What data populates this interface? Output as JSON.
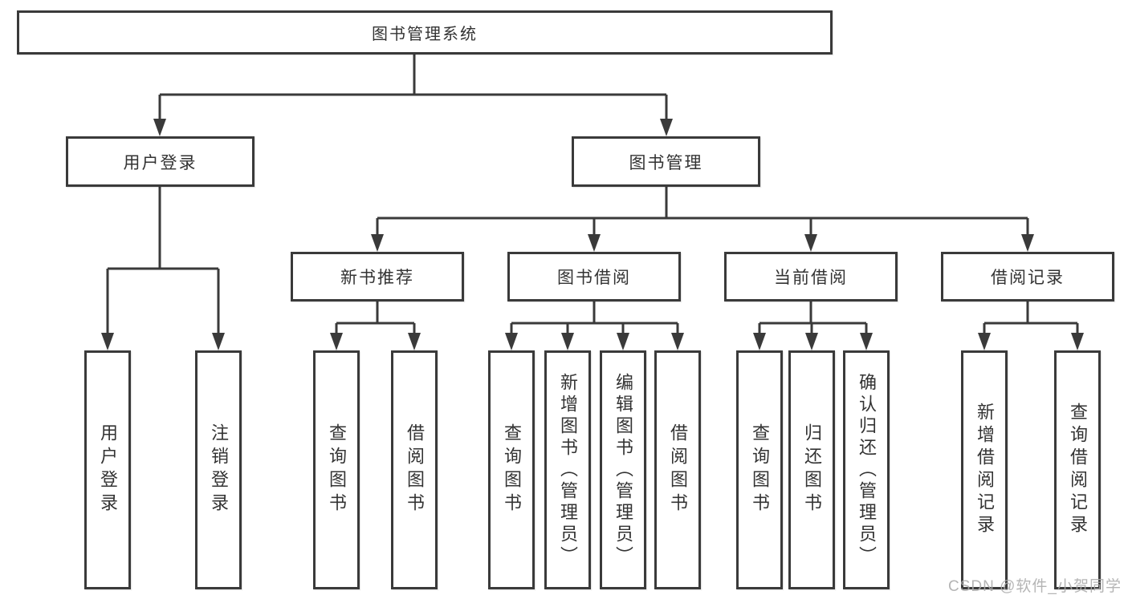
{
  "nodes": {
    "root": "图书管理系统",
    "user_login": "用户登录",
    "book_mgmt": "图书管理",
    "new_book_rec": "新书推荐",
    "book_borrow": "图书借阅",
    "current_borrow": "当前借阅",
    "borrow_record": "借阅记录",
    "leaf_user_login": "用户登录",
    "leaf_logout": "注销登录",
    "leaf_nb_query": "查询图书",
    "leaf_nb_borrow": "借阅图书",
    "leaf_bb_query": "查询图书",
    "leaf_bb_add": "新增图书（管理员）",
    "leaf_bb_edit": "编辑图书（管理员）",
    "leaf_bb_borrow": "借阅图书",
    "leaf_cb_query": "查询图书",
    "leaf_cb_return": "归还图书",
    "leaf_cb_confirm": "确认归还（管理员）",
    "leaf_br_add": "新增借阅记录",
    "leaf_br_query": "查询借阅记录"
  },
  "watermark": "CSDN @软件_小贺同学",
  "colors": {
    "line": "#3a3a3a",
    "text": "#333333",
    "background": "#ffffff",
    "watermark": "#ababab"
  }
}
